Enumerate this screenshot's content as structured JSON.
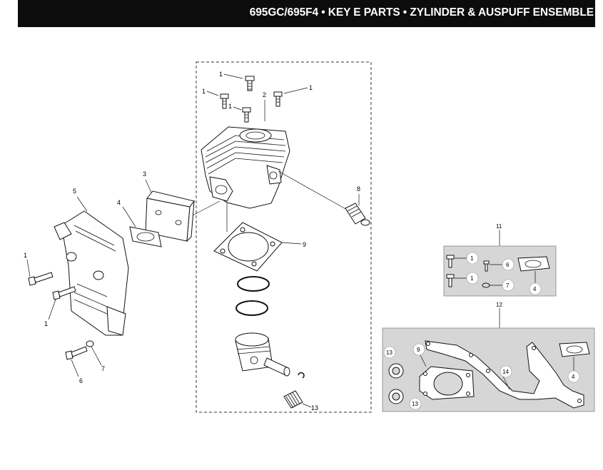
{
  "header": {
    "title": "695GC/695F4 • KEY E PARTS •  ZYLINDER & AUSPUFF ENSEMBLE"
  },
  "colors": {
    "header_bg": "#0c0c0c",
    "header_text": "#ffffff",
    "kit_panel_bg": "#d6d6d6",
    "callout_bubble": "#ffffff"
  },
  "callouts": {
    "c1a": "1",
    "c1b": "1",
    "c1c": "1",
    "c1d": "1",
    "c2": "2",
    "c3": "3",
    "c4": "4",
    "c5": "5",
    "c1e": "1",
    "c1f": "1",
    "c6": "6",
    "c7": "7",
    "c8": "8",
    "c9": "9",
    "c13": "13"
  },
  "kit11": {
    "number": "11",
    "items": {
      "a": "1",
      "b": "1",
      "c": "6",
      "d": "7",
      "e": "4"
    }
  },
  "kit12": {
    "number": "12",
    "items": {
      "a": "13",
      "b": "13",
      "c": "9",
      "d": "14",
      "e": "4"
    }
  }
}
